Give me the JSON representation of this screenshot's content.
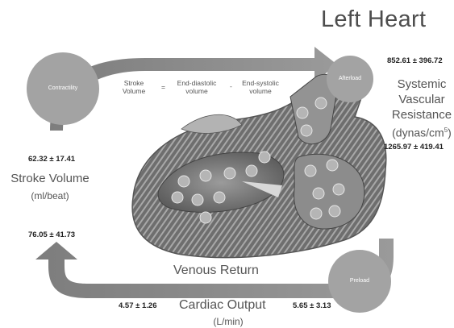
{
  "title": "Left Heart",
  "circles": {
    "contractility": "Contractility",
    "afterload": "Afterload",
    "preload": "Preload"
  },
  "equation": {
    "lhs_line1": "Stroke",
    "lhs_line2": "Volume",
    "equals": "=",
    "term1_line1": "End-diastolic",
    "term1_line2": "volume",
    "minus": "-",
    "term2_line1": "End-systolic",
    "term2_line2": "volume"
  },
  "stroke_volume": {
    "label": "Stroke Volume",
    "unit": "(ml/beat)",
    "value_top": "62.32 ± 17.41",
    "value_bottom": "76.05 ± 41.73"
  },
  "svr": {
    "line1": "Systemic",
    "line2": "Vascular",
    "line3": "Resistance",
    "unit_prefix": "(dynas/cm",
    "unit_sup": "5",
    "unit_suffix": ")",
    "value_top": "852.61 ± 396.72",
    "value_bottom": "1265.97 ± 419.41"
  },
  "venous_return": "Venous Return",
  "cardiac_output": {
    "label": "Cardiac Output",
    "unit": "(L/min)",
    "value_left": "4.57 ± 1.26",
    "value_right": "5.65 ± 3.13"
  },
  "colors": {
    "arrow": "#8a8a8a",
    "circle": "#a3a3a3",
    "tissue": "#7a7a7a"
  }
}
